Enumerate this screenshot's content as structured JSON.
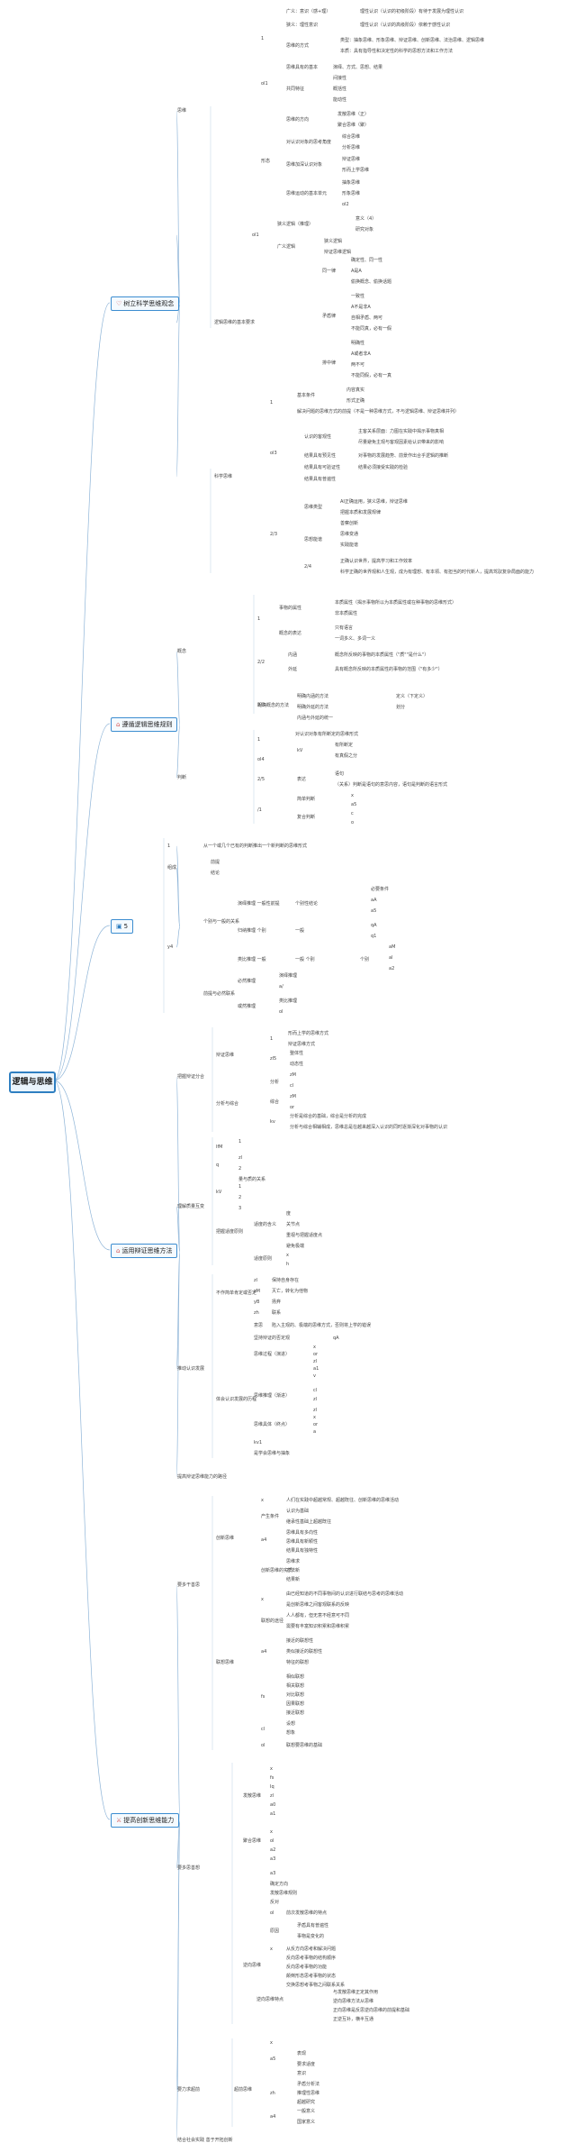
{
  "root": "逻辑与思维",
  "branches": {
    "b1": {
      "icon": "♡",
      "label": "树立科学思维观念"
    },
    "b2": {
      "icon": "⌂",
      "label": "遵循逻辑思维规则"
    },
    "b3": {
      "icon": "▣",
      "label": "5"
    },
    "b4": {
      "icon": "⌂",
      "label": "运用辩证思维方法"
    },
    "b5": {
      "icon": "⚔",
      "label": "提高创新思维能力"
    }
  },
  "t": {
    "s1_1": "思维",
    "s1_2": "1",
    "s1_3": "广义：意识（感+理）",
    "s1_4": "理性认识（认识的初级阶段）有待于发展为理性认识",
    "s1_5": "狭义：理性意识",
    "s1_6": "理性认识（认识的高级阶段）依赖于感性认识",
    "s1_7": "思维的方式",
    "s1_8": "类型：抽象思维、形象思维、辩证思维、创新思维、法治思维、逻辑思维",
    "s1_9": "本质：具有指导性和决定性的科学的思想方法和工作方法",
    "s1_10": "ol1",
    "s1_11": "思维具有的基本",
    "s1_12": "演绎、方式、思想、结果",
    "s1_13": "共同特征",
    "s1_14": "间接性",
    "s1_15": "概括性",
    "s1_16": "能动性",
    "s1_17": "形态",
    "s1_18": "思维的方向",
    "s1_19": "发散思维（正）",
    "s1_20": "聚合思维（聚）",
    "s1_21": "对认识对象的思考角度",
    "s1_22": "综合思维",
    "s1_23": "分析思维",
    "s1_24": "思维加深认识对象",
    "s1_25": "辩证思维",
    "s1_26": "形而上学思维",
    "s1_27": "思维运动的基本单元",
    "s1_28": "抽象思维",
    "s1_29": "形象思维",
    "s1_30": "ol2",
    "s1_31": "ol1",
    "s1_32": "狭义逻辑（推理）",
    "s1_33": "意义（4）",
    "s1_34": "研究对象",
    "s1_35": "广义逻辑",
    "s1_36": "狭义逻辑",
    "s1_37": "辩证思维逻辑",
    "s1_38": "逻辑思维的基本要求",
    "s1_39": "同一律",
    "s1_40": "确定性、同一性",
    "s1_41": "A是A",
    "s1_42": "偷换概念、偷换话题",
    "s1_43": "矛盾律",
    "s1_44": "一致性",
    "s1_45": "A不是非A",
    "s1_46": "自相矛盾、两可",
    "s1_47": "不能同真，必有一假",
    "s1_48": "排中律",
    "s1_49": "明确性",
    "s1_50": "A或者非A",
    "s1_51": "两不可",
    "s1_52": "不能同假，必有一真",
    "s1_53": "科学思维",
    "s1_54": "1",
    "s1_55": "基本条件",
    "s1_56": "内容真实",
    "s1_57": "形式正确",
    "s1_58": "解决问题的思维方式的前提（不是一种思维方式，不与逻辑思维、辩证思维并列）",
    "s1_59": "ol3",
    "s1_60": "认识的客观性",
    "s1_61": "主客关系层面：力图在实践中揭示事物真相",
    "s1_62": "尽量避免主观与客观因素给认识带来的影响",
    "s1_63": "结果具有预见性",
    "s1_64": "对事物的发展趋势、前景作出合乎逻辑的推断",
    "s1_65": "结果具有可验证性",
    "s1_66": "结果必须接受实践的检验",
    "s1_67": "结果具有普遍性",
    "s1_68": "2/3",
    "s1_69": "思维类型",
    "s1_70": "AI正确运用，狭义思维，辩证思维",
    "s1_71": "把握本质和发展规律",
    "s1_72": "善察创新",
    "s1_73": "思想能谱",
    "s1_74": "思维变通",
    "s1_75": "实践能谱",
    "s1_76": "2/4",
    "s1_77": "正确认识世界，提高学习和工作效率",
    "s1_78": "科学正确的世界观和人生观，成为有理想、有本领、有担当的时代新人，提高驾驭复杂局面的能力",
    "s2_1": "概念",
    "s2_2": "1",
    "s2_3": "事物的属性",
    "s2_4": "本质属性（揭示事物所以为本质属性或在种事物的思维形式）",
    "s2_5": "非本质属性",
    "s2_6": "概念的表达",
    "s2_7": "只有语言",
    "s2_8": "一词多义、多词一义",
    "s2_9": "2/2",
    "s2_10": "内涵",
    "s2_11": "概念所反映的事物的本质属性（\"质\"\"是什么\"）",
    "s2_12": "外延",
    "s2_13": "具有概念所反映的本质属性的事物的范围（\"有多少\"）",
    "s2_14": "2/3",
    "s2_15": "明确概念的方法",
    "s2_16": "明确内涵的方法",
    "s2_17": "定义（下定义）",
    "s2_18": "明确外延的方法",
    "s2_19": "划分",
    "s2_20": "内涵与外延的统一",
    "s2_21": "判断",
    "s2_22": "1",
    "s2_23": "对认识对象有所断定的思维形式",
    "s2_24": "ol4",
    "s2_25": "kV",
    "s2_26": "有所断定",
    "s2_27": "有真假之分",
    "s2_28": "2/5",
    "s2_29": "表达",
    "s2_30": "语句",
    "s2_31": "（关系）判断是语句的意思内容，语句是判断的语言形式",
    "s2_32": "/1",
    "s2_33": "简单判断",
    "s2_34": "复合判断",
    "s2_35": "x",
    "s2_36": "a5",
    "s2_37": "c",
    "s2_38": "o",
    "s3_1": "1",
    "s3_2": "从一个或几个已有的判断推出一个新判断的思维形式",
    "s3_3": "组成",
    "s3_4": "前提",
    "s3_5": "结论",
    "s3_6": "y4",
    "s3_7": "个别与一般的关系",
    "s3_8": "演绎推理 一般性前提",
    "s3_9": "个别性结论",
    "s3_10": "必要条件",
    "s3_11": "aA",
    "s3_12": "a5",
    "s3_13": "归纳推理 个别",
    "s3_14": "一般",
    "s3_15": "qA",
    "s3_16": "q1",
    "s3_17": "类比推理 一般",
    "s3_18": "一般 个别",
    "s3_19": "个别",
    "s3_20": "aM",
    "s3_21": "al",
    "s3_22": "a2",
    "s3_23": "前提与必然联系",
    "s3_24": "必然推理",
    "s3_25": "演绎推理",
    "s3_26": "a/",
    "s3_27": "或然推理",
    "s3_28": "类比推理",
    "s3_29": "ol",
    "s4_1": "把握辩证分合",
    "s4_2": "辩证思维",
    "s4_3": "1",
    "s4_4": "形而上学的思维方式",
    "s4_5": "辩证思维方式",
    "s4_6": "zl5",
    "s4_7": "整体性",
    "s4_8": "动态性",
    "s4_9": "分析与综合",
    "s4_10": "分析",
    "s4_11": "zM",
    "s4_12": "cl",
    "s4_13": "综合",
    "s4_14": "zM",
    "s4_15": "or",
    "s4_16": "kv",
    "s4_17": "分析是综合的基础，综合是分析的完成",
    "s4_18": "分析与综合相辅相成，思维总是在越来越深入认识的同时逐渐深化对事物的认识",
    "s4_19": "理解质量互变",
    "s4_20": "lfM",
    "s4_21": "1",
    "s4_22": "q",
    "s4_23": "zl",
    "s4_24": "2",
    "s4_25": "量与质的关系",
    "s4_26": "kV",
    "s4_27": "1",
    "s4_28": "2",
    "s4_29": "3",
    "s4_30": "把握适度原则",
    "s4_31": "适度的含义",
    "s4_32": "度",
    "s4_33": "关节点",
    "s4_34": "重视与把握适度点",
    "s4_35": "避免极端",
    "s4_36": "适度原则",
    "s4_37": "x",
    "s4_38": "h",
    "s4_39": "推动认识发展",
    "s4_40": "不作简单肯定或否定",
    "s4_41": "zl",
    "s4_42": "保持自身存在",
    "s4_43": "zM",
    "s4_44": "灭亡，转化为他物",
    "s4_45": "yB",
    "s4_46": "扬弃",
    "s4_47": "zh",
    "s4_48": "联系",
    "s4_49": "意思",
    "s4_50": "陷入主观的、极端的思维方式，否则将上学的错误",
    "s4_51": "坚持辩证的否定观",
    "s4_52": "qA",
    "s4_53": "体会认识发展的历程",
    "s4_54": "思维过程（演进）",
    "s4_55": "x",
    "s4_56": "or",
    "s4_57": "zl",
    "s4_58": "a1",
    "s4_59": "v",
    "s4_60": "思维推理（渐进）",
    "s4_61": "cl",
    "s4_62": "zl",
    "s4_63": "思维具体（终点）",
    "s4_64": "zl",
    "s4_65": "x",
    "s4_66": "or",
    "s4_67": "a",
    "s4_68": "kv1",
    "s4_69": "是学会思维与抽象",
    "s4_70": "提高辩证思维能力的路径",
    "s5_1": "要多干善思",
    "s5_2": "创新思维",
    "s5_3": "x",
    "s5_4": "人们在实践中超越常规、超越既往、创新思维的思维活动",
    "s5_5": "产生条件",
    "s5_6": "认识为基础",
    "s5_7": "继承性基础上超越既往",
    "s5_8": "a4",
    "s5_9": "思维具有多向性",
    "s5_10": "思维具有新颖性",
    "s5_11": "结果具有独特性",
    "s5_12": "创新思维的实质",
    "s5_13": "思维求",
    "s5_14": "方法新",
    "s5_15": "结果新",
    "s5_16": "联想思维",
    "s5_17": "x",
    "s5_18": "由已经知道的不同事物间的认识进行联结与思考的思维活动",
    "s5_19": "是创新思维之间客观联系的反映",
    "s5_20": "联想的途径",
    "s5_21": "人人都有，但无意不经意可不同",
    "s5_22": "需要有丰富知识积累和思维积累",
    "s5_23": "a4",
    "s5_24": "接近的联想性",
    "s5_25": "类似接近的联想性",
    "s5_26": "特征的联想",
    "s5_27": "fs",
    "s5_28": "相似联想",
    "s5_29": "相关联想",
    "s5_30": "对比联想",
    "s5_31": "因果联想",
    "s5_32": "接近联想",
    "s5_33": "cl",
    "s5_34": "设想",
    "s5_35": "想象",
    "s5_36": "ol",
    "s5_37": "联想要思维的基础",
    "s5_38": "要多思善想",
    "s5_39": "发散思维",
    "s5_40": "x",
    "s5_41": "fs",
    "s5_42": "Iq",
    "s5_43": "zl",
    "s5_44": "a0",
    "s5_45": "a1",
    "s5_46": "聚合思维",
    "s5_47": "x",
    "s5_48": "ol",
    "s5_49": "a2",
    "s5_50": "a3",
    "s5_51": "a3",
    "s5_52": "确定方向",
    "s5_53": "发散思维规则",
    "s5_54": "反对",
    "s5_55": "ol",
    "s5_56": "前次发散思维的特点",
    "s5_57": "逆向思维",
    "s5_58": "原因",
    "s5_59": "矛盾具有普遍性",
    "s5_60": "事物是变化的",
    "s5_61": "x",
    "s5_62": "从反方向思考和解决问题",
    "s5_63": "反向思考事物的结构顺序",
    "s5_64": "反向思考事物的功能",
    "s5_65": "颠倒形态思考事物的状态",
    "s5_66": "交换思想考事物之间联系关系",
    "s5_67": "逆向思维特点",
    "s5_68": "与发散思维正定其作用",
    "s5_69": "逆向思维方法从思维",
    "s5_70": "正向思维是反思逆向思维的前提和基础",
    "s5_71": "正逆互补，横半互通",
    "s5_72": "要力求超前",
    "s5_73": "超前思维",
    "s5_74": "x",
    "s5_75": "a5",
    "s5_76": "表现",
    "s5_77": "要求适度",
    "s5_78": "意识",
    "s5_79": "zh",
    "s5_80": "矛盾分析法",
    "s5_81": "推理性思维",
    "s5_82": "超越研究",
    "s5_83": "a4",
    "s5_84": "一般意义",
    "s5_85": "国家意义",
    "s5_86": "结合社会实践 善于开拓创新"
  }
}
